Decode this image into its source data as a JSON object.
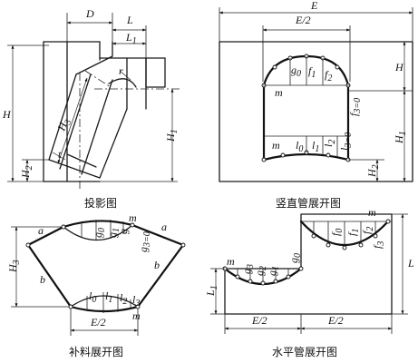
{
  "captions": {
    "projection": "投影图",
    "vertical": "竖直管展开图",
    "patch": "补料展开图",
    "horizontal": "水平管展开图"
  },
  "projection": {
    "D": "D",
    "L": "L",
    "L1": "L",
    "L1_sub": "1",
    "r": "r",
    "H": "H",
    "H1": "H",
    "H1_sub": "1",
    "H2": "H",
    "H2_sub": "2",
    "H3": "H",
    "H3_sub": "3",
    "t": "t"
  },
  "vertical": {
    "E": "E",
    "E_half": "E/2",
    "H": "H",
    "H1": "H",
    "H1_sub": "1",
    "H2": "H",
    "H2_sub": "2",
    "m_top": "m",
    "m_bottom": "m",
    "g0": "g",
    "g0_sub": "0",
    "f1": "f",
    "f1_sub": "1",
    "f2": "f",
    "f2_sub": "2",
    "f3": "f",
    "f3_sub": "3=0",
    "l0": "l",
    "l0_sub": "0",
    "l1": "l",
    "l1_sub": "1",
    "l2": "l",
    "l2_sub": "2",
    "l3": "l",
    "l3_sub": "3=0"
  },
  "patch": {
    "a_left": "a",
    "a_right": "a",
    "b_left": "b",
    "b_right": "b",
    "m_top": "m",
    "m_bottom": "m",
    "H3": "H",
    "H3_sub": "3",
    "E_half": "E/2",
    "g0": "g",
    "g0_sub": "0",
    "g1": "g",
    "g1_sub": "1",
    "g2": "g",
    "g3": "g",
    "g3_sub": "3=0",
    "l0": "l",
    "l0_sub": "0",
    "l1": "l",
    "l1_sub": "1",
    "l2": "l",
    "l2_sub": "2",
    "l3": "l",
    "l3_sub": "3"
  },
  "horizontal": {
    "m_left": "m",
    "m_right": "m",
    "L": "L",
    "L1": "L",
    "L1_sub": "1",
    "E_half_left": "E/2",
    "E_half_right": "E/2",
    "g3": "g",
    "g3_sub": "3",
    "g2": "g",
    "g2_sub": "2",
    "g1": "g",
    "g1_sub": "1",
    "g0": "g",
    "g0_sub": "0",
    "f0": "f",
    "f0_sub": "0",
    "f1": "f",
    "f1_sub": "1",
    "f2": "f",
    "f2_sub": "2",
    "f3": "f",
    "f3_sub": "3"
  }
}
